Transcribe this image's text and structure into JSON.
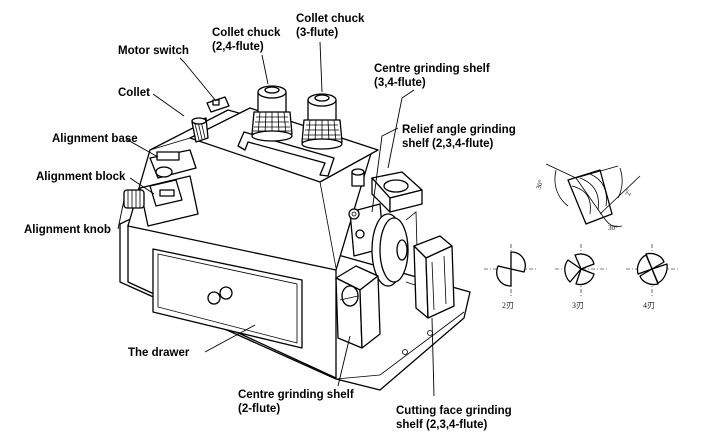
{
  "labels": {
    "motor_switch": "Motor switch",
    "collet": "Collet",
    "collet_chuck_24_line1": "Collet chuck",
    "collet_chuck_24_line2": "(2,4-flute)",
    "collet_chuck_3_line1": "Collet chuck",
    "collet_chuck_3_line2": "(3-flute)",
    "centre_shelf_34_line1": "Centre grinding shelf",
    "centre_shelf_34_line2": "(3,4-flute)",
    "relief_shelf_line1": "Relief angle grinding",
    "relief_shelf_line2": "shelf (2,3,4-flute)",
    "alignment_base": "Alignment base",
    "alignment_block": "Alignment block",
    "alignment_knob": "Alignment knob",
    "the_drawer": "The drawer",
    "centre_shelf_2_line1": "Centre grinding shelf",
    "centre_shelf_2_line2": "(2-flute)",
    "cutting_face_line1": "Cutting face grinding",
    "cutting_face_line2": "shelf (2,3,4-flute)"
  },
  "inset": {
    "angle_top": "30°",
    "angle_right": "2°",
    "angle_bottom": "30°",
    "captions": [
      "2刃",
      "3刃",
      "4刃"
    ]
  }
}
